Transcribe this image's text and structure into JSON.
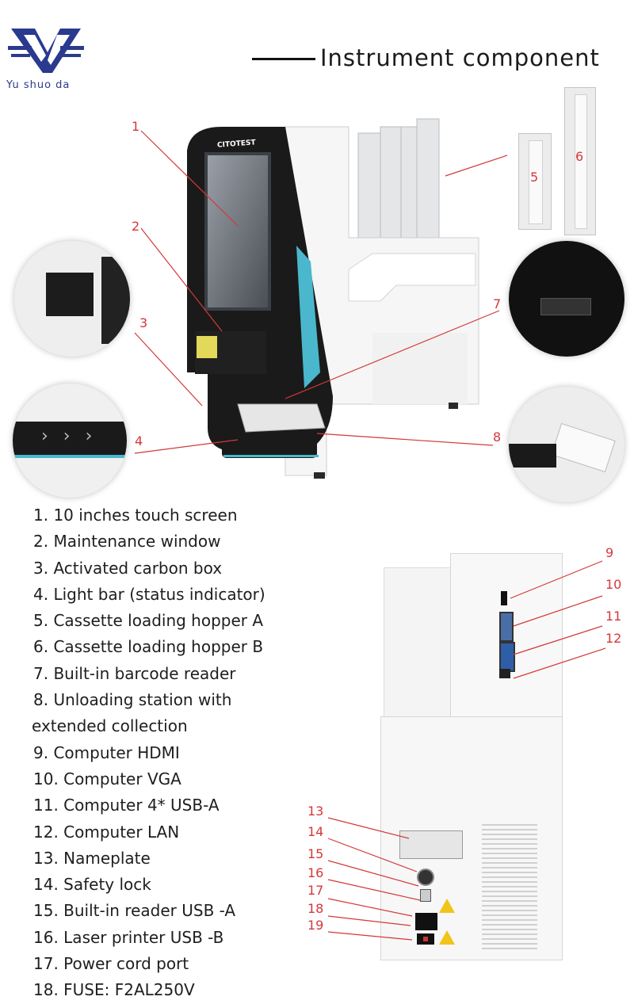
{
  "brand": {
    "name": "Yu shuo da",
    "logo_color": "#2a3a8f"
  },
  "title": "Instrument component",
  "callout_color": "#d4383a",
  "callouts": [
    "1",
    "2",
    "3",
    "4",
    "5",
    "6",
    "7",
    "8",
    "9",
    "10",
    "11",
    "12",
    "13",
    "14",
    "15",
    "16",
    "17",
    "18",
    "19"
  ],
  "device_brand": "CITOTEST",
  "components": [
    "1. 10 inches touch screen",
    "2. Maintenance window",
    "3. Activated carbon box",
    "4. Light bar (status indicator)",
    "5. Cassette loading hopper A",
    "6. Cassette loading hopper B",
    "7. Built-in barcode reader",
    "8. Unloading station with",
    "extended collection",
    "9. Computer HDMI",
    "10. Computer VGA",
    "11. Computer 4* USB-A",
    "12. Computer LAN",
    "13. Nameplate",
    "14. Safety lock",
    "15. Built-in reader USB -A",
    "16. Laser printer USB -B",
    "17. Power cord port",
    "18. FUSE: F2AL250V"
  ]
}
